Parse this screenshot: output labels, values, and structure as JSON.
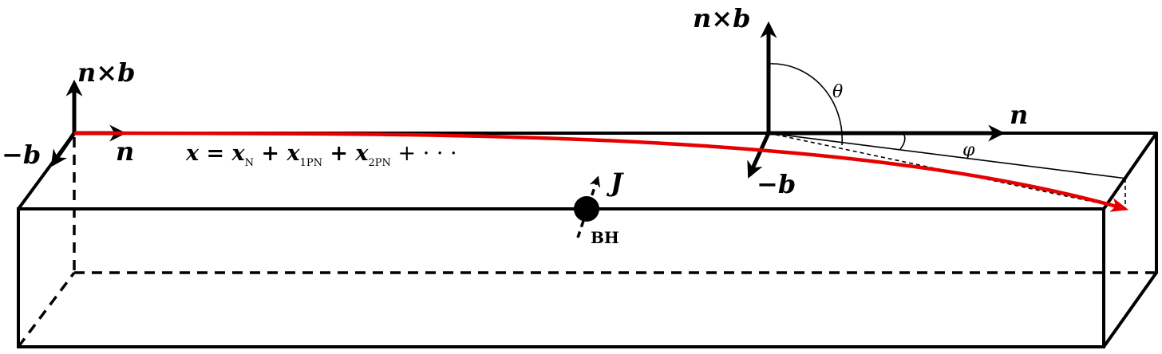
{
  "labels": {
    "nxb": "n×b",
    "minus_b": "−b",
    "n": "n",
    "J": "J",
    "bh": "BH",
    "theta": "θ",
    "phi": "φ"
  },
  "equation": {
    "lhs": "x",
    "eq": " = ",
    "x": "x",
    "sub_n": "N",
    "plus": " + ",
    "sub_1pn": "1PN",
    "sub_2pn": "2PN",
    "dots": " + · · ·"
  },
  "colors": {
    "trajectory": "#e60000",
    "lines": "#000000"
  }
}
